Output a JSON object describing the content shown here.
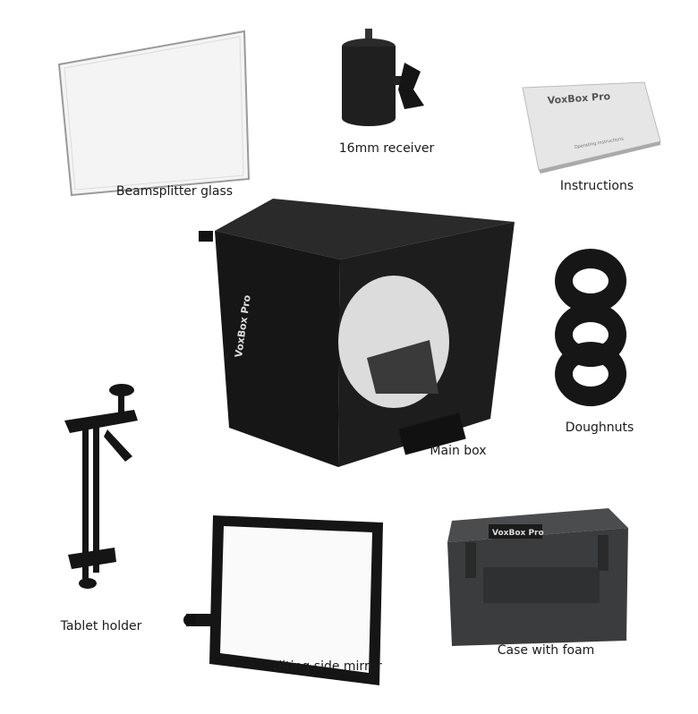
{
  "items": [
    {
      "label": "Beamsplitter glass"
    },
    {
      "label": "16mm receiver"
    },
    {
      "label": "Instructions"
    },
    {
      "label": "Main box"
    },
    {
      "label": "Doughnuts"
    },
    {
      "label": "Tablet holder"
    },
    {
      "label": "Tilting side mirror"
    },
    {
      "label": "Case with foam"
    }
  ],
  "branding": {
    "logo": "VoxBox Pro",
    "booklet_subtitle": "Operating Instructions"
  },
  "colors": {
    "product": "#1c1c1c",
    "glass": "#f2f2f2",
    "case": "#3a3c3e"
  }
}
